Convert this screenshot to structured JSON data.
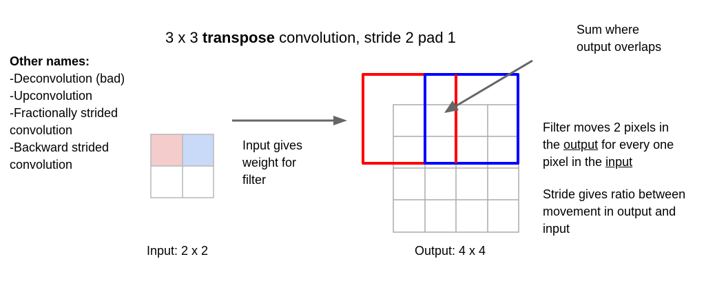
{
  "title": {
    "pre": "3 x 3 ",
    "bold": "transpose",
    "post": " convolution, stride 2 pad 1"
  },
  "other_names": {
    "heading": "Other names:",
    "items": [
      "-Deconvolution (bad)",
      "-Upconvolution",
      "-Fractionally strided",
      "convolution",
      "-Backward strided",
      "convolution"
    ]
  },
  "input_note": [
    "Input gives",
    "weight for",
    "filter"
  ],
  "input_label": "Input: 2 x 2",
  "output_label": "Output: 4 x 4",
  "sum_note": [
    "Sum where",
    "output overlaps"
  ],
  "filter_note": {
    "l1": "Filter moves 2 pixels in",
    "l2_pre": "the ",
    "l2_u": "output",
    "l2_post": " for every one",
    "l3_pre": "pixel in the ",
    "l3_u": "input"
  },
  "stride_note": [
    "Stride gives ratio between",
    "movement in output and",
    "input"
  ],
  "colors": {
    "red": "#ff0000",
    "blue": "#0000ff",
    "pink": "#f4cccc",
    "lightblue": "#c9daf8",
    "grid": "#b7b7b7",
    "arrow": "#666666"
  }
}
